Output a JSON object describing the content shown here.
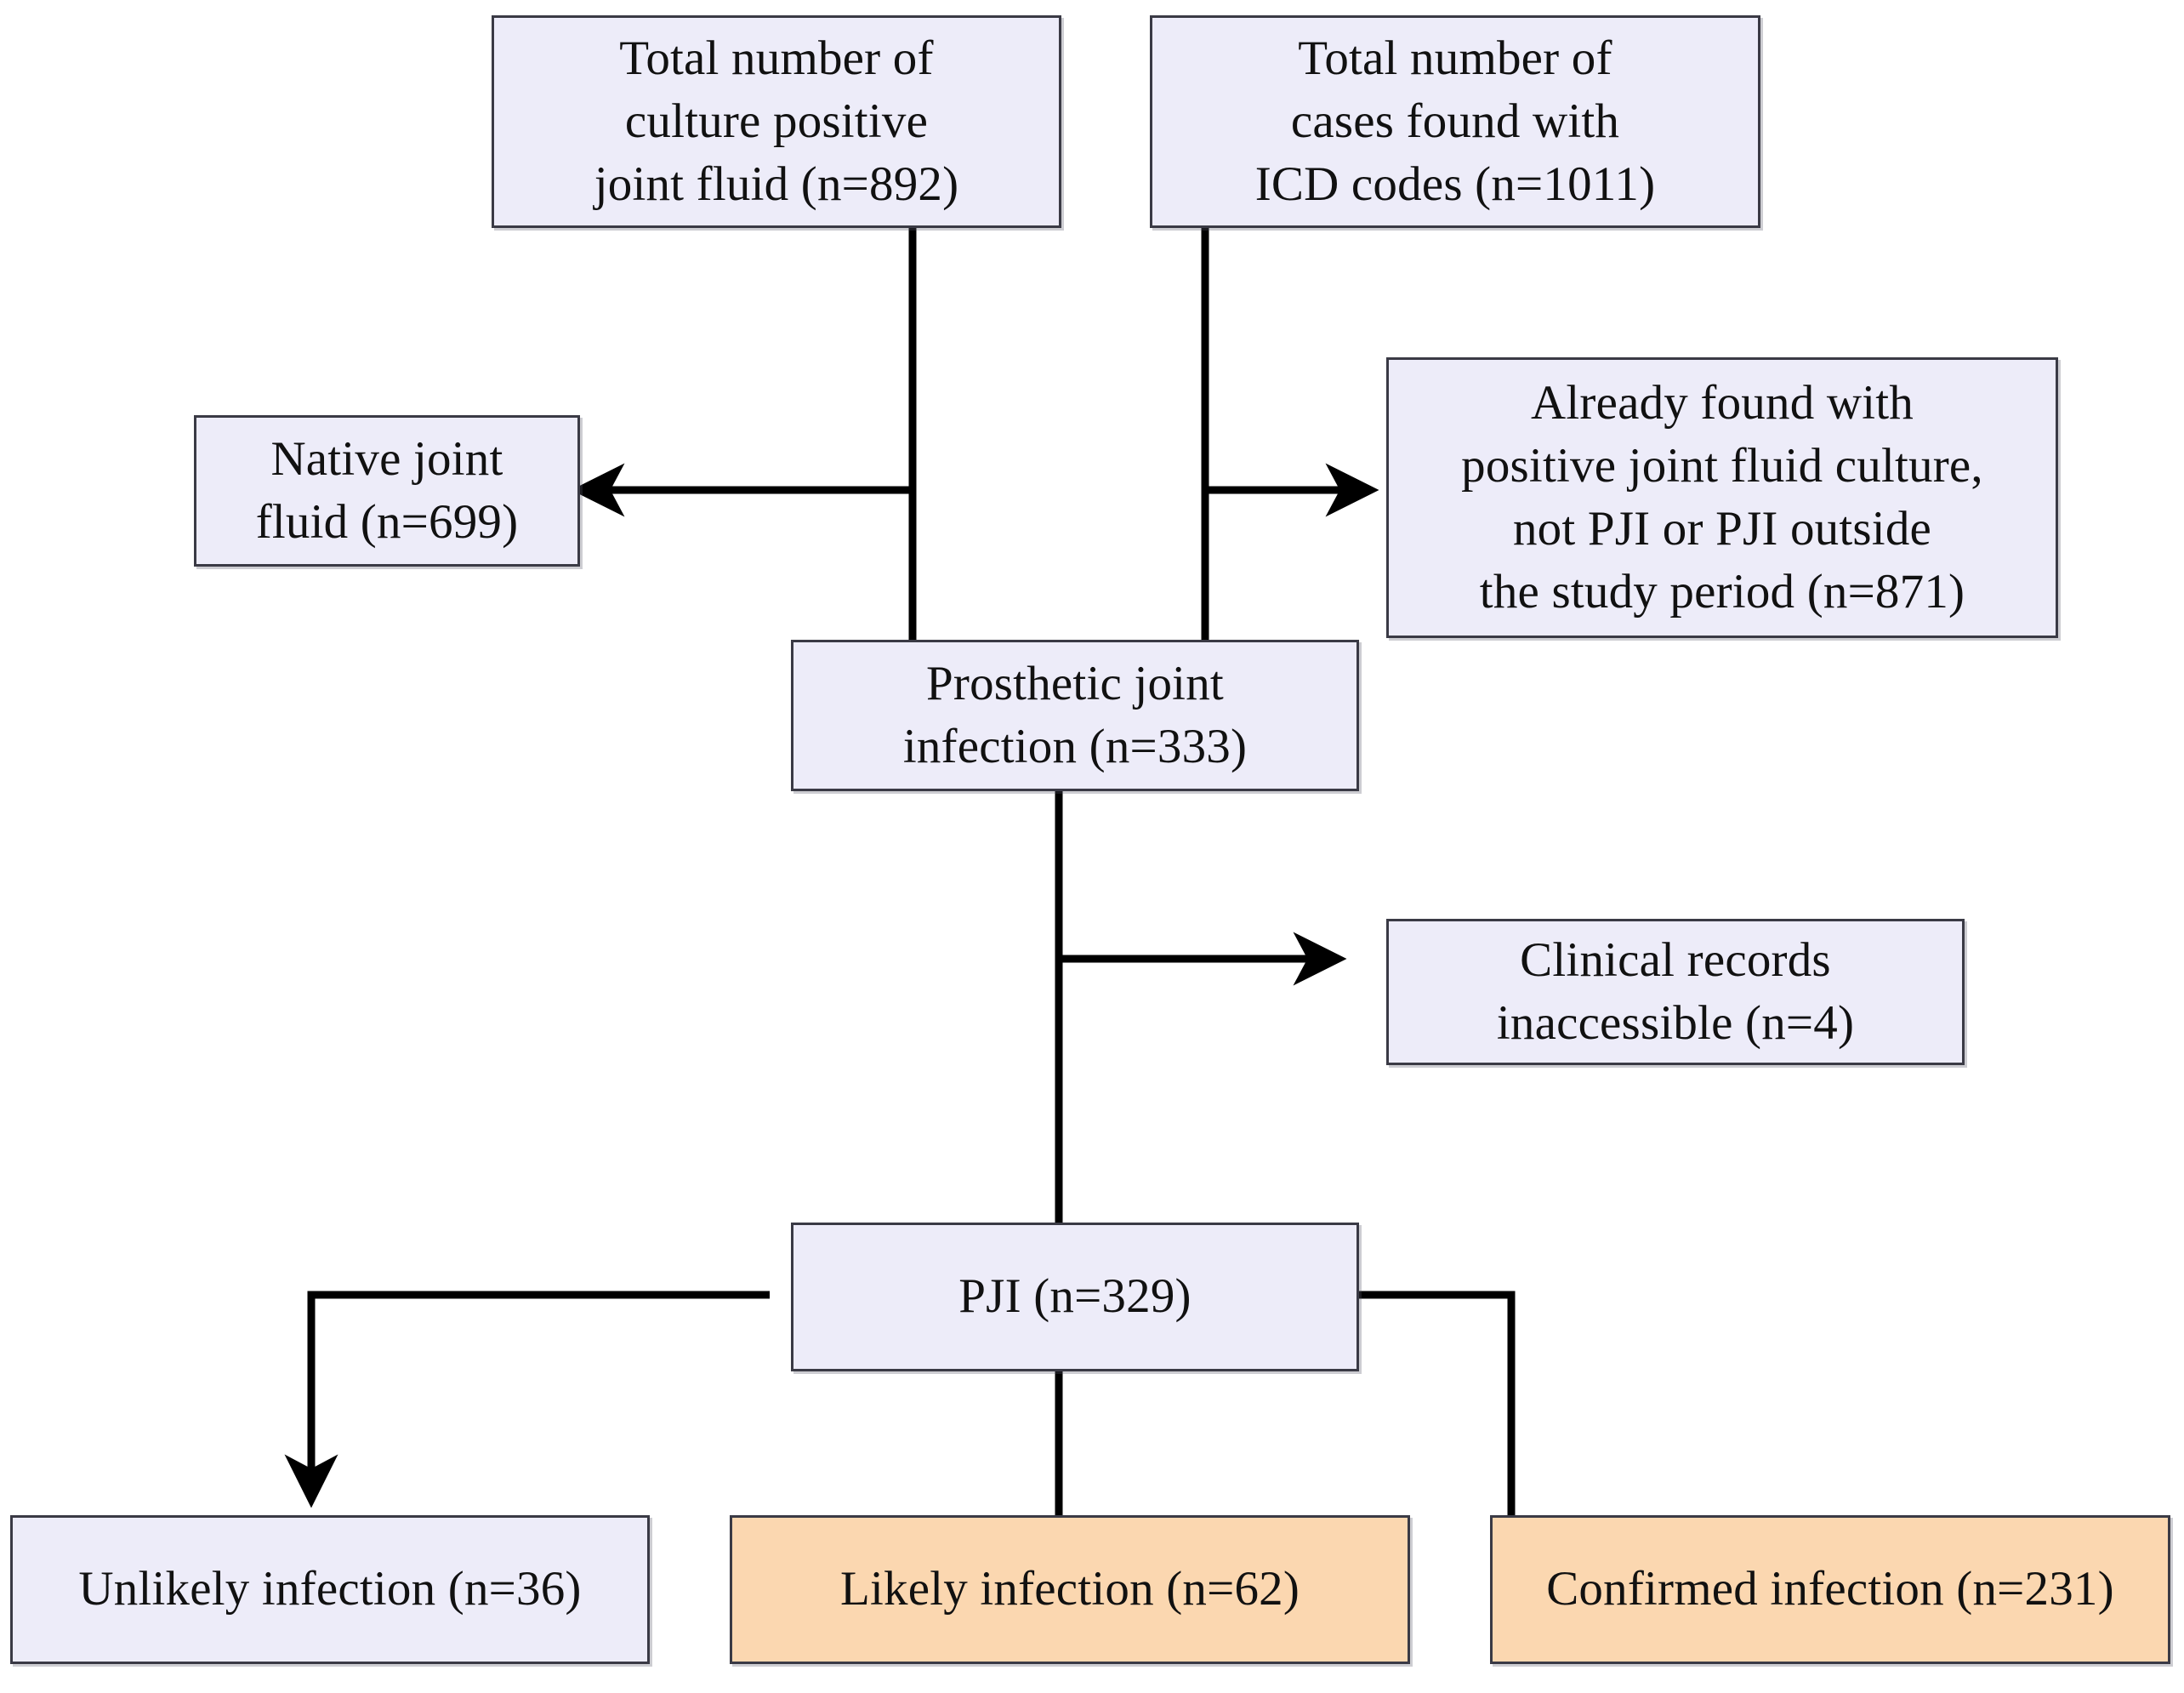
{
  "diagram": {
    "title": "PJI case selection flowchart",
    "type": "flowchart",
    "colors": {
      "box_fill_default": "#edecf9",
      "box_fill_highlight": "#fbd7b0",
      "box_border": "#3a3a45",
      "edge": "#000000",
      "background": "#ffffff"
    },
    "nodes": [
      {
        "id": "culture-positive",
        "label": "Total number of\nculture positive\njoint fluid (n=892)",
        "n": 892,
        "fill": "lavender"
      },
      {
        "id": "icd-codes",
        "label": "Total number of\ncases found with\nICD codes (n=1011)",
        "n": 1011,
        "fill": "lavender"
      },
      {
        "id": "native-joint-fluid",
        "label": "Native joint\nfluid (n=699)",
        "n": 699,
        "fill": "lavender"
      },
      {
        "id": "already-found",
        "label": "Already found with\npositive joint fluid culture,\nnot PJI or PJI outside\nthe study period (n=871)",
        "n": 871,
        "fill": "lavender"
      },
      {
        "id": "prosthetic-joint-infection",
        "label": "Prosthetic joint\ninfection (n=333)",
        "n": 333,
        "fill": "lavender"
      },
      {
        "id": "records-inaccessible",
        "label": "Clinical records\ninaccessible (n=4)",
        "n": 4,
        "fill": "lavender"
      },
      {
        "id": "pji",
        "label": "PJI (n=329)",
        "n": 329,
        "fill": "lavender"
      },
      {
        "id": "unlikely-infection",
        "label": "Unlikely infection (n=36)",
        "n": 36,
        "fill": "lavender"
      },
      {
        "id": "likely-infection",
        "label": "Likely infection (n=62)",
        "n": 62,
        "fill": "peach"
      },
      {
        "id": "confirmed-infection",
        "label": "Confirmed infection (n=231)",
        "n": 231,
        "fill": "peach"
      }
    ],
    "edges": [
      {
        "from": "culture-positive",
        "to": "native-joint-fluid",
        "arrow": true,
        "direction": "left"
      },
      {
        "from": "culture-positive",
        "to": "prosthetic-joint-infection",
        "arrow": false,
        "direction": "down"
      },
      {
        "from": "icd-codes",
        "to": "already-found",
        "arrow": true,
        "direction": "right"
      },
      {
        "from": "icd-codes",
        "to": "prosthetic-joint-infection",
        "arrow": false,
        "direction": "down"
      },
      {
        "from": "prosthetic-joint-infection",
        "to": "records-inaccessible",
        "arrow": true,
        "direction": "right"
      },
      {
        "from": "prosthetic-joint-infection",
        "to": "pji",
        "arrow": false,
        "direction": "down"
      },
      {
        "from": "pji",
        "to": "unlikely-infection",
        "arrow": true,
        "direction": "down-left"
      },
      {
        "from": "pji",
        "to": "likely-infection",
        "arrow": false,
        "direction": "down"
      },
      {
        "from": "pji",
        "to": "confirmed-infection",
        "arrow": false,
        "direction": "down-right"
      }
    ]
  }
}
